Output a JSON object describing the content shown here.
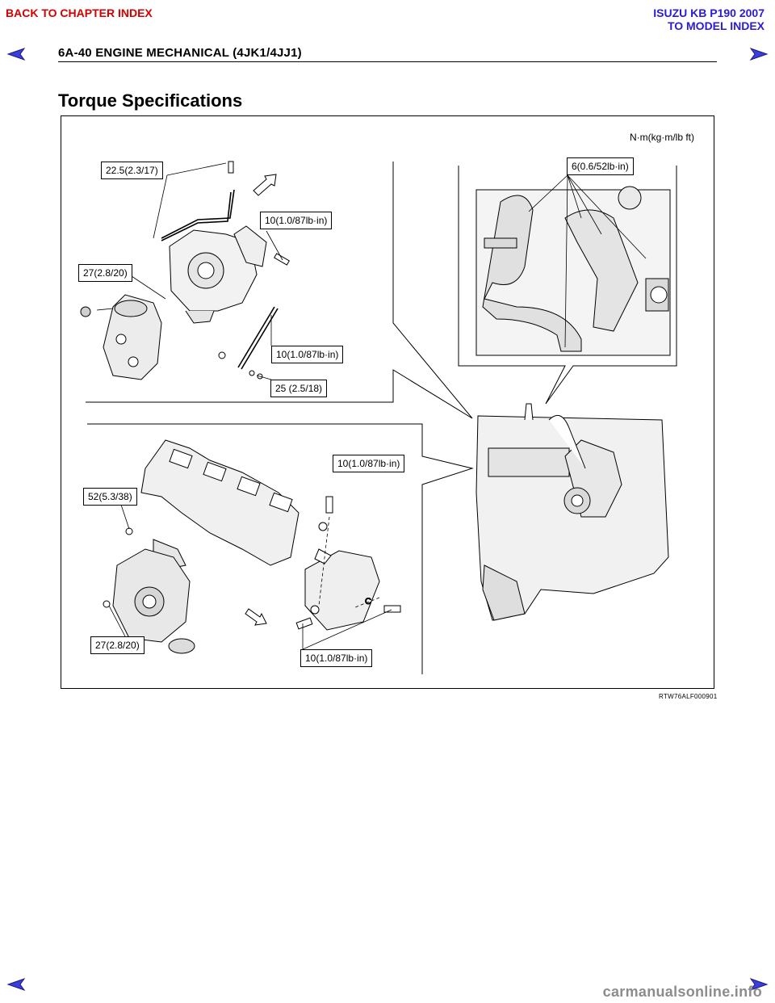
{
  "nav": {
    "back_to_chapter": "BACK TO CHAPTER INDEX",
    "model_title": "ISUZU KB P190 2007",
    "to_model_index": "TO MODEL INDEX"
  },
  "header": {
    "page_ref": "6A-40  ENGINE MECHANICAL (4JK1/4JJ1)"
  },
  "section": {
    "title": "Torque Specifications"
  },
  "figure": {
    "units_label": "N·m(kg·m/lb ft)",
    "callouts": {
      "c1": "22.5(2.3/17)",
      "c2": "10(1.0/87lb·in)",
      "c3": "27(2.8/20)",
      "c4": "10(1.0/87lb·in)",
      "c5": "25 (2.5/18)",
      "c6": "6(0.6/52lb·in)",
      "c7": "10(1.0/87lb·in)",
      "c8": "52(5.3/38)",
      "c9": "27(2.8/20)",
      "c10": "10(1.0/87lb·in)"
    },
    "figure_id": "RTW76ALF000901"
  },
  "footer": {
    "watermark": "carmanualsonline.info"
  },
  "colors": {
    "nav_red": "#d40000",
    "nav_blue": "#2a1bd6",
    "arrow_blue": "#3b3fd8"
  }
}
